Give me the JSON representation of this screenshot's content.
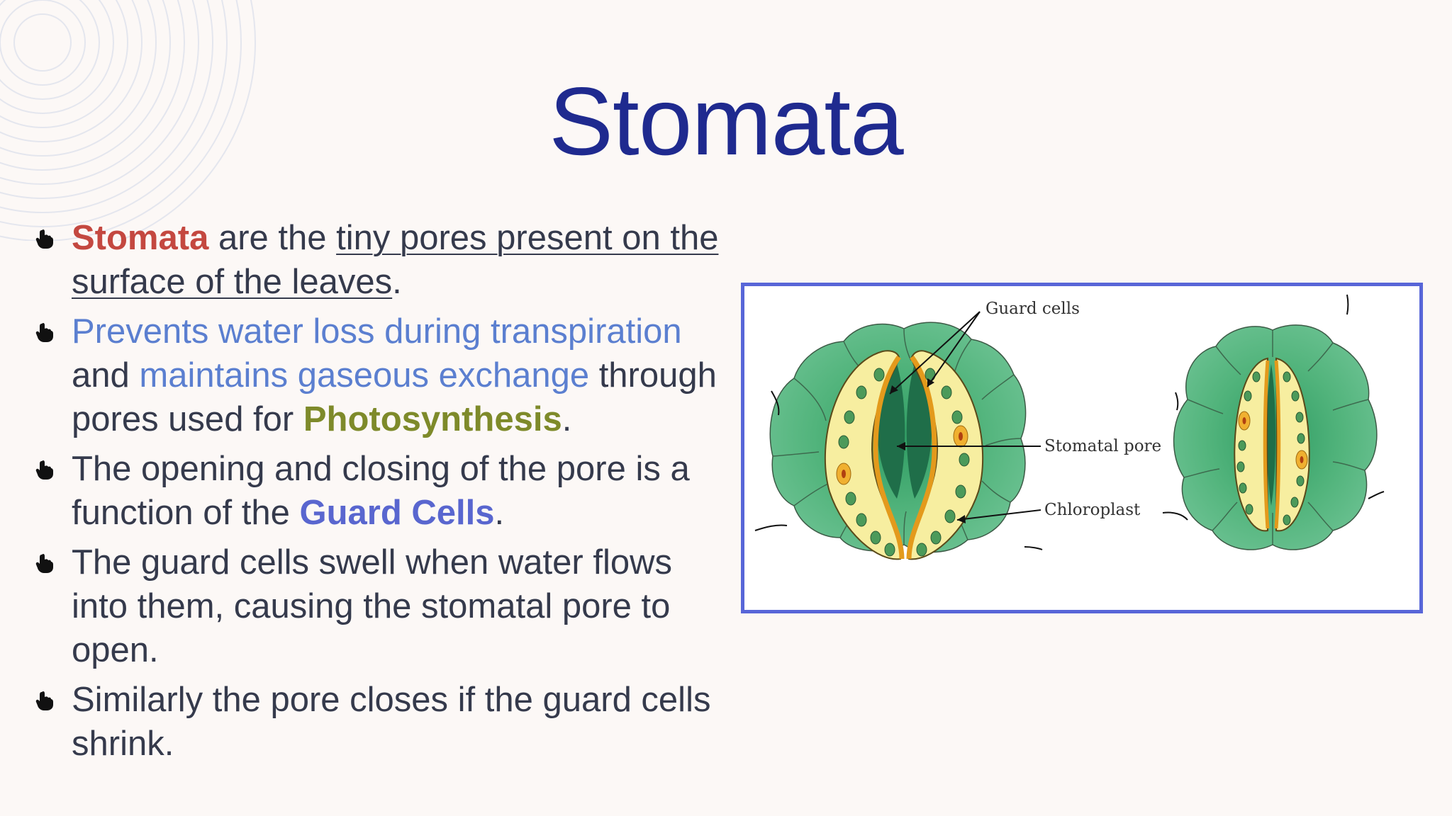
{
  "slide": {
    "title": "Stomata",
    "bullets": [
      {
        "parts": {
          "p1": "Stomata",
          "p2": " are the ",
          "p3": "tiny pores present on the surface of the leaves",
          "p4": "."
        }
      },
      {
        "parts": {
          "p1": "Prevents water loss during transpiration",
          "p2": " and ",
          "p3": "maintains gaseous exchange",
          "p4": " through pores used for ",
          "p5": "Photosynthesis",
          "p6": "."
        }
      },
      {
        "parts": {
          "p1": "The opening and closing of the pore is a function of the ",
          "p2": "Guard Cells",
          "p3": "."
        }
      },
      {
        "parts": {
          "p1": "The guard cells swell when water flows into them, causing the stomatal pore to open."
        }
      },
      {
        "parts": {
          "p1": "Similarly the pore closes if the guard cells shrink."
        }
      }
    ],
    "figure": {
      "labels": {
        "guard_cells": "Guard cells",
        "stomatal_pore": "Stomatal pore",
        "chloroplast": "Chloroplast"
      }
    }
  },
  "colors": {
    "title": "#1f2a8f",
    "body_text": "#353a4c",
    "stomata_highlight": "#c44840",
    "light_blue_highlight": "#5b7fd0",
    "photosynthesis_highlight": "#7e8a2a",
    "guard_cells_highlight": "#5966cf",
    "figure_border": "#5866d8"
  },
  "icons": {
    "bullet": "hand-pointer-bullet-icon"
  }
}
